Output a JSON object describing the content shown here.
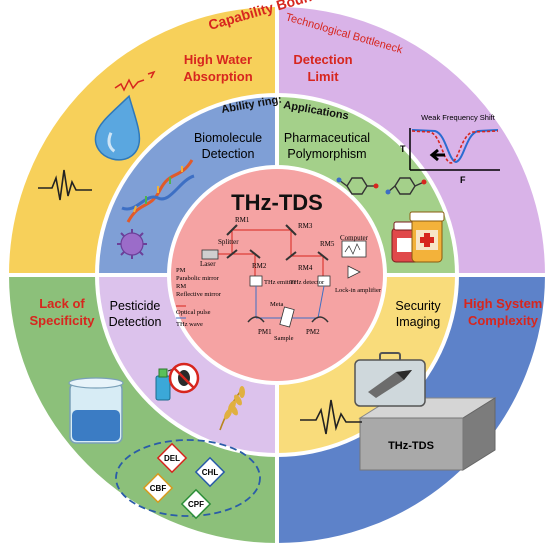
{
  "center": {
    "title": "THz-TDS",
    "labels": {
      "rm1": "RM1",
      "rm2": "RM2",
      "rm3": "RM3",
      "rm4": "RM4",
      "rm5": "RM5",
      "splitter": "Splitter",
      "laser": "Laser",
      "computer": "Computer",
      "emitter": "THz emitter",
      "detector": "THz detector",
      "lockin": "Lock-in amplifier",
      "pm1": "PM1",
      "pm2": "PM2",
      "meta": "Meta",
      "sample": "Sample"
    },
    "legend": [
      "PM",
      "Parabolic mirror",
      "RM",
      "Reflective mirror",
      "Optical pulse",
      "THz wave"
    ]
  },
  "ring_labels": {
    "ability": "Ability ring:",
    "applications": "Applications"
  },
  "inner": {
    "biomolecule": [
      "Biomolecule",
      "Detection"
    ],
    "pharma": [
      "Pharmaceutical",
      "Polymorphism"
    ],
    "pesticide": [
      "Pesticide",
      "Detection"
    ],
    "security": [
      "Security",
      "Imaging"
    ]
  },
  "outer": {
    "capability_boundary": "Capability Boundary:",
    "technological_bottleneck": "Technological Bottleneck",
    "high_water": [
      "High Water",
      "Absorption"
    ],
    "detection_limit": [
      "Detection",
      "Limit"
    ],
    "lack_specificity": [
      "Lack of",
      "Specificity"
    ],
    "high_complexity": [
      "High System",
      "Complexity"
    ]
  },
  "graph": {
    "title": "Weak Frequency Shift",
    "ylabel": "T",
    "xlabel": "F"
  },
  "device_label": "THz-TDS",
  "pesticides": [
    "DEL",
    "CHL",
    "CBF",
    "CPF"
  ],
  "colors": {
    "yellow": "#f7d05a",
    "violet": "#d9b3e8",
    "green": "#8cc07a",
    "blue": "#5d82c9",
    "inner_blue": "#7f9fd6",
    "inner_green": "#a4d08a",
    "inner_violet": "#dcc2ec",
    "inner_yellow": "#f9dc7b",
    "center": "#f5a3a3",
    "accent_red": "#d7261e"
  }
}
